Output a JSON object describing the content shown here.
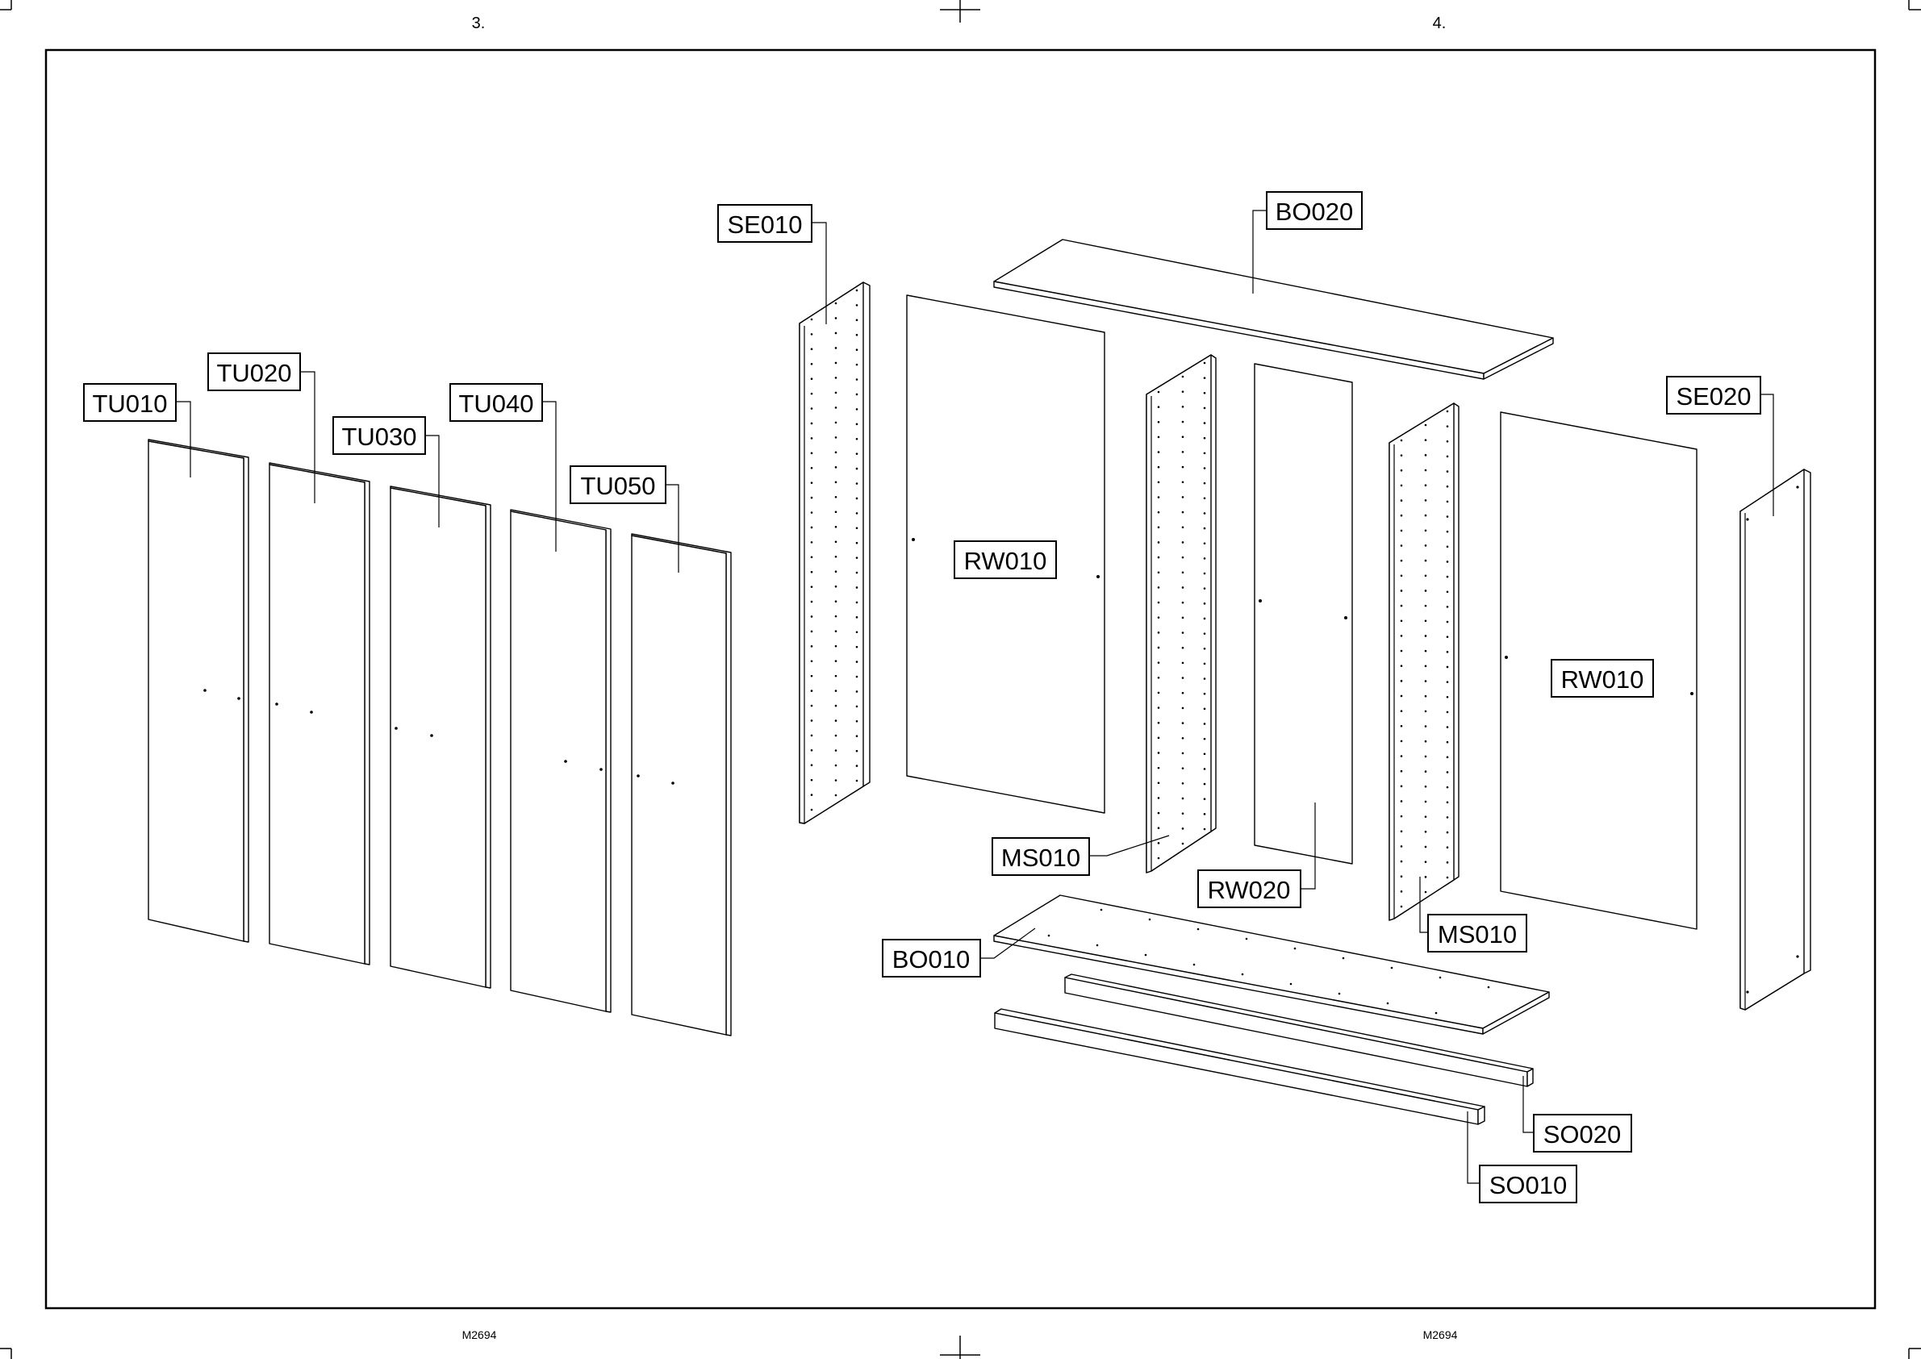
{
  "pages": [
    {
      "number": "3.",
      "code": "M2694"
    },
    {
      "number": "4.",
      "code": "M2694"
    }
  ],
  "labels": {
    "tu010": "TU010",
    "tu020": "TU020",
    "tu030": "TU030",
    "tu040": "TU040",
    "tu050": "TU050",
    "se010": "SE010",
    "se020": "SE020",
    "bo010": "BO010",
    "bo020": "BO020",
    "rw010_left": "RW010",
    "rw010_right": "RW010",
    "rw020": "RW020",
    "ms010_left": "MS010",
    "ms010_right": "MS010",
    "so010": "SO010",
    "so020": "SO020"
  }
}
